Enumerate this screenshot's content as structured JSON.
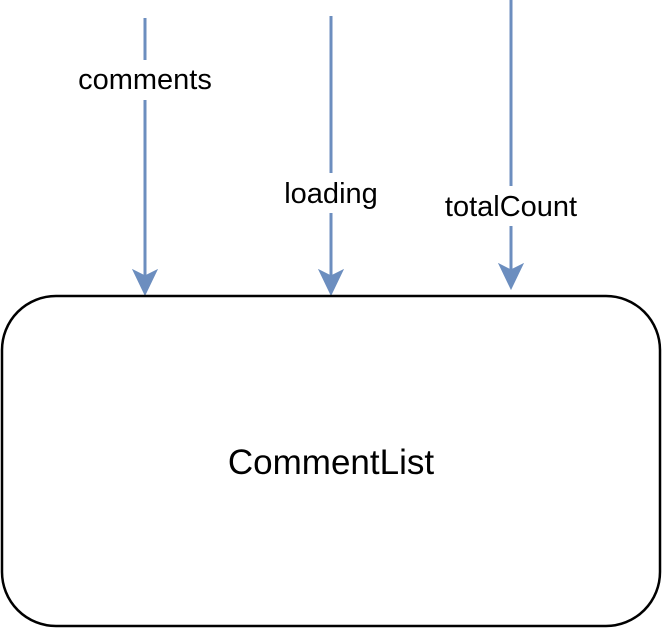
{
  "node": {
    "label": "CommentList"
  },
  "edges": [
    {
      "label": "comments"
    },
    {
      "label": "loading"
    },
    {
      "label": "totalCount"
    }
  ],
  "colors": {
    "arrow": "#6c8ebf",
    "node_stroke": "#000000",
    "text": "#000000",
    "background": "#ffffff"
  }
}
